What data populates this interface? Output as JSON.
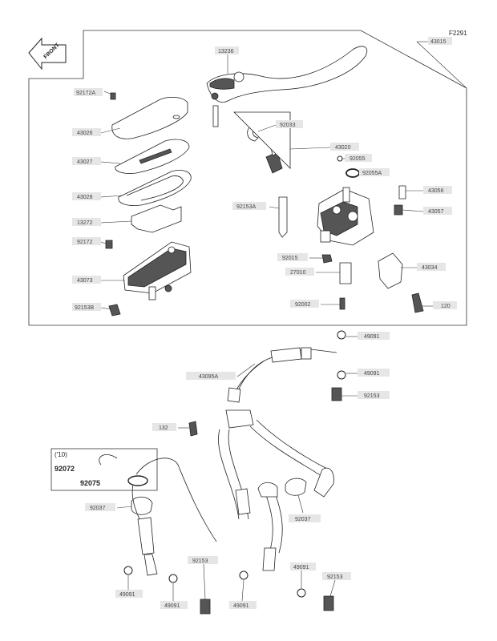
{
  "diagram_code": "F2291",
  "front_label": "FRONT",
  "variant_label": "('10)",
  "bold_labels": {
    "a": "92072",
    "b": "92075"
  },
  "callouts": {
    "c43015": "43015",
    "c13236": "13236",
    "c92172A": "92172A",
    "c43026": "43026",
    "c43027": "43027",
    "c43028": "43028",
    "c13272": "13272",
    "c92172": "92172",
    "c43073": "43073",
    "c92153B": "92153B",
    "c92033": "92033",
    "c43020": "43020",
    "c92055": "92055",
    "c92055A": "92055A",
    "c43056": "43056",
    "c92153A": "92153A",
    "c43057": "43057",
    "c92015": "92015",
    "c43034": "43034",
    "c27010": "27010",
    "c92002": "92002",
    "c120": "120",
    "c49091a": "49091",
    "c43095A": "43095A",
    "c49091b": "49091",
    "c92153a": "92153",
    "c132": "132",
    "c92037a": "92037",
    "c92037b": "92037",
    "c92153b": "92153",
    "c49091c": "49091",
    "c49091d": "49091",
    "c49091e": "49091",
    "c49091f": "49091",
    "c92153c": "92153"
  }
}
